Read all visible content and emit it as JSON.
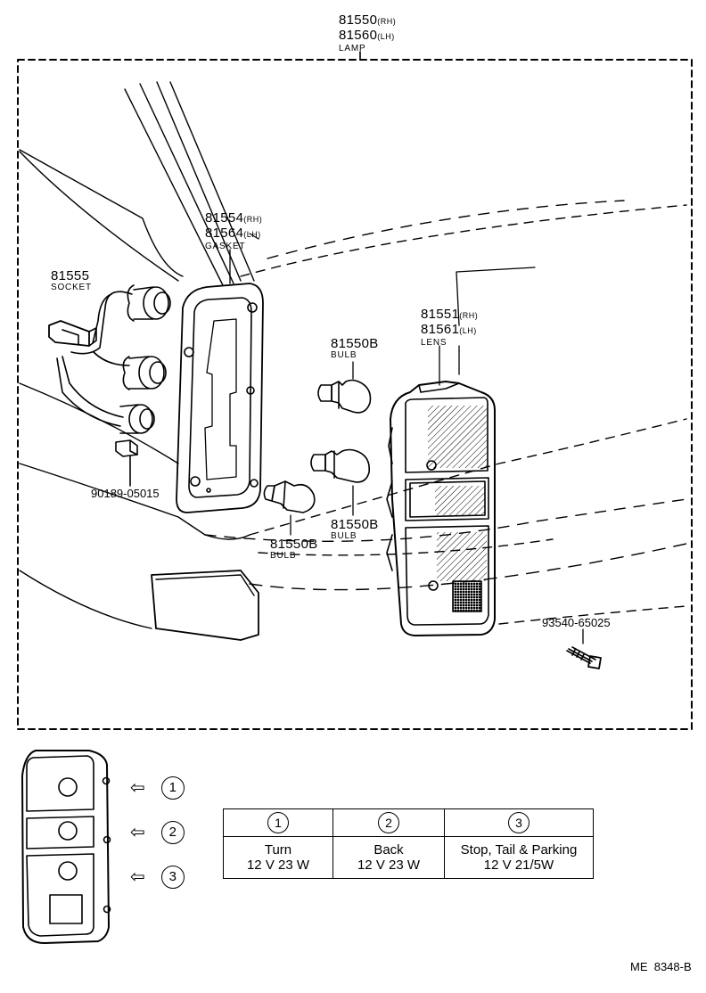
{
  "assembly": {
    "part_rh": "81550",
    "rh": "(RH)",
    "part_lh": "81560",
    "lh": "(LH)",
    "name": "LAMP"
  },
  "gasket": {
    "part_rh": "81554",
    "rh": "(RH)",
    "part_lh": "81564",
    "lh": "(LH)",
    "name": "GASKET"
  },
  "socket": {
    "part": "81555",
    "name": "SOCKET"
  },
  "lens": {
    "part_rh": "81551",
    "rh": "(RH)",
    "part_lh": "81561",
    "lh": "(LH)",
    "name": "LENS"
  },
  "bulb_top": {
    "part": "81550B",
    "name": "BULB"
  },
  "bulb_mid": {
    "part": "81550B",
    "name": "BULB"
  },
  "bulb_low": {
    "part": "81550B",
    "name": "BULB"
  },
  "clip": {
    "part": "90189-05015"
  },
  "screw": {
    "part": "93540-65025"
  },
  "legend": {
    "markers": [
      "1",
      "2",
      "3"
    ],
    "arrow": "⇦",
    "table": [
      {
        "num": "1",
        "line1": "Turn",
        "line2": "12 V 23 W"
      },
      {
        "num": "2",
        "line1": "Back",
        "line2": "12 V 23 W"
      },
      {
        "num": "3",
        "line1": "Stop, Tail & Parking",
        "line2": "12 V 21/5W"
      }
    ]
  },
  "figure_id": "ME  8348-B"
}
